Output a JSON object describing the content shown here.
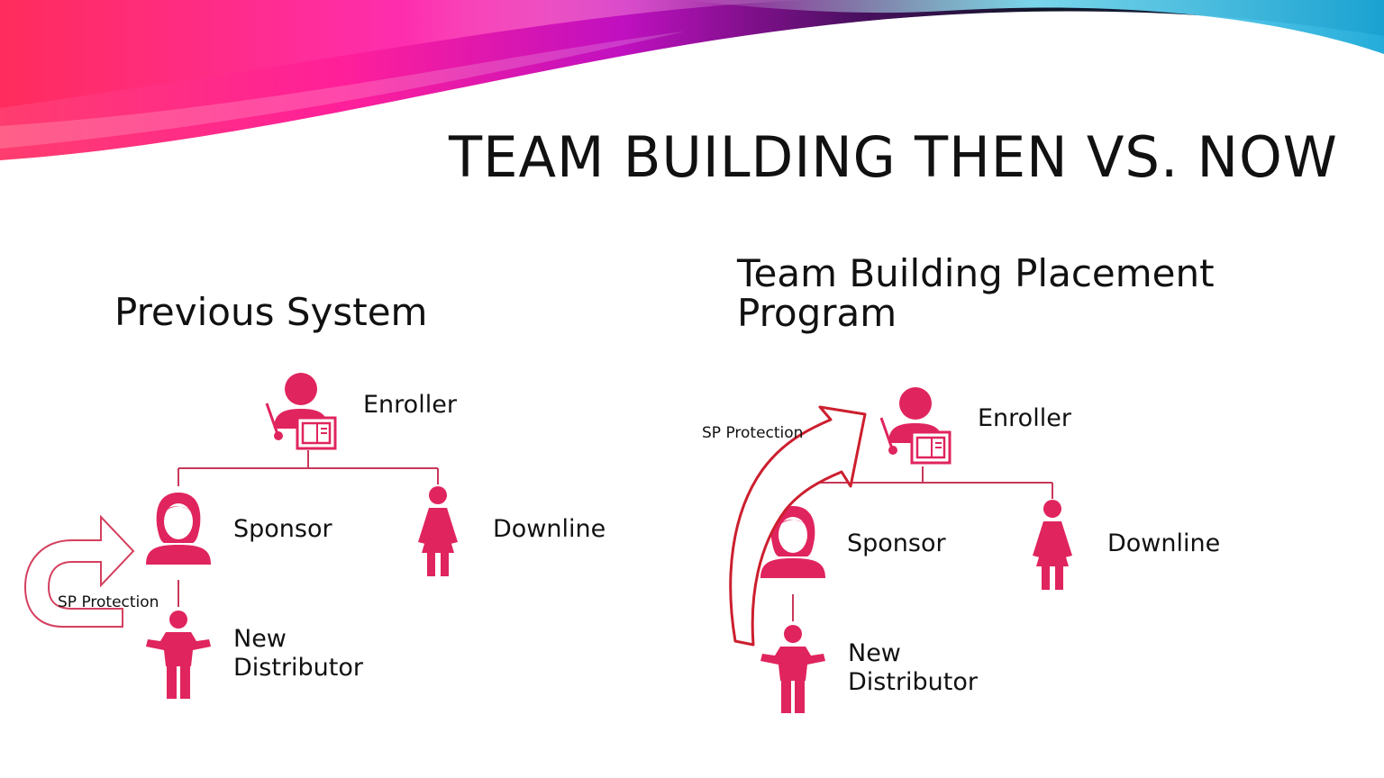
{
  "slide": {
    "title": "TEAM BUILDING THEN VS. NOW"
  },
  "colors": {
    "accent": "#e0245e",
    "connector": "#c8385a",
    "arrow_outline": "#d4405e",
    "big_arrow": "#cc1f2e",
    "banner_pink": "#ff1fa0",
    "banner_magenta": "#c000c8",
    "banner_dark": "#1a1030",
    "banner_cyan": "#2ec8e8"
  },
  "left_diagram": {
    "heading": "Previous System",
    "enroller_label": "Enroller",
    "sponsor_label": "Sponsor",
    "downline_label": "Downline",
    "new_distributor_label_line1": "New",
    "new_distributor_label_line2": "Distributor",
    "protection_label": "SP Protection"
  },
  "right_diagram": {
    "heading": "Team Building Placement Program",
    "enroller_label": "Enroller",
    "sponsor_label": "Sponsor",
    "downline_label": "Downline",
    "new_distributor_label_line1": "New",
    "new_distributor_label_line2": "Distributor",
    "protection_label": "SP Protection"
  }
}
